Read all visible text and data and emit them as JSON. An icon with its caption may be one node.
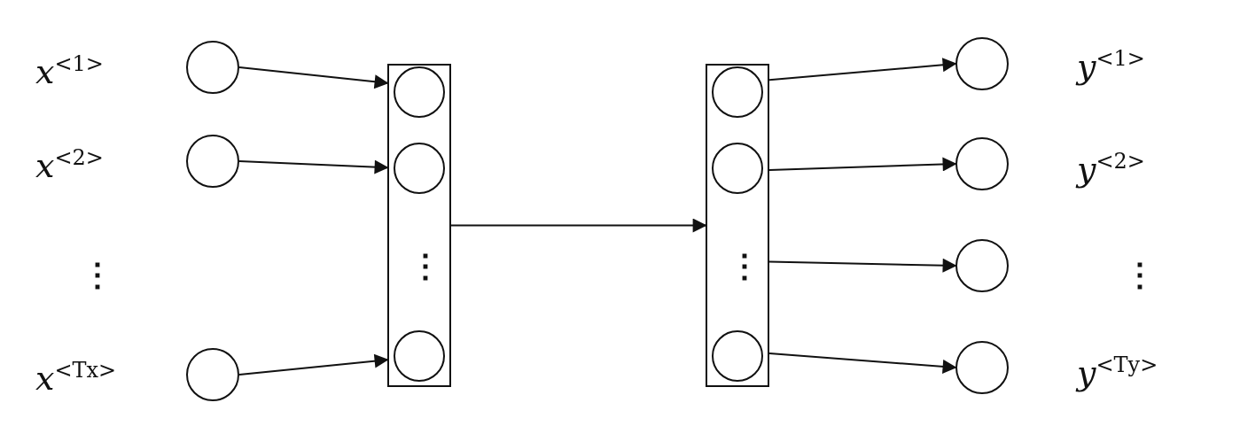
{
  "diagram": {
    "nodes": [
      {
        "text": [],
        "shape": "circle",
        "beside": [
          "x$^{<1>}$"
        ]
      },
      {
        "text": [],
        "shape": "circle",
        "beside": [
          "x$^{<2>}$"
        ]
      },
      {
        "text": [],
        "shape": "circle",
        "beside": [
          "x$^{<Tx>}$"
        ]
      },
      {
        "text": [],
        "shape": "box"
      },
      {
        "text": [],
        "shape": "circle",
        "in": 3
      },
      {
        "text": [],
        "shape": "circle",
        "in": 3
      },
      {
        "text": [],
        "shape": "circle",
        "in": 3
      },
      {
        "text": [],
        "shape": "box"
      },
      {
        "text": [],
        "shape": "circle",
        "in": 7
      },
      {
        "text": [],
        "shape": "circle",
        "in": 7
      },
      {
        "text": [],
        "shape": "circle",
        "in": 7
      },
      {
        "text": [],
        "shape": "circle",
        "beside": [
          "y$^{<1>}$"
        ]
      },
      {
        "text": [],
        "shape": "circle",
        "beside": [
          "y$^{<2>}$"
        ]
      },
      {
        "text": [],
        "shape": "circle"
      },
      {
        "text": [],
        "shape": "circle",
        "beside": [
          "y$^{<Ty>}$"
        ]
      }
    ],
    "edges": [
      {
        "from": 0,
        "to": 3,
        "arrow": "to"
      },
      {
        "from": 1,
        "to": 3,
        "arrow": "to"
      },
      {
        "from": 2,
        "to": 3,
        "arrow": "to"
      },
      {
        "from": 3,
        "to": 7,
        "arrow": "to"
      },
      {
        "from": 7,
        "to": 11,
        "arrow": "to"
      },
      {
        "from": 7,
        "to": 12,
        "arrow": "to"
      },
      {
        "from": 7,
        "to": 13,
        "arrow": "to"
      },
      {
        "from": 7,
        "to": 14,
        "arrow": "to"
      }
    ],
    "labels": [
      "⋮",
      "⋮",
      "⋮",
      "⋮"
    ]
  }
}
